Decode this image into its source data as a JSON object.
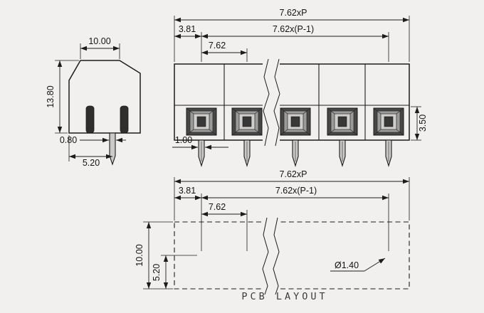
{
  "drawing": {
    "bg_color": "#f1f0ee",
    "line_color": "#1c1c1c",
    "side_view": {
      "width": "10.00",
      "height": "13.80",
      "pin_thickness": "0.80",
      "pin_offset": "5.20"
    },
    "front_view": {
      "overall_pitch": "7.62xP",
      "end_margin": "3.81",
      "center_span": "7.62x(P-1)",
      "pitch": "7.62",
      "pin_width": "1.00",
      "opening_height": "3.50"
    },
    "pcb_layout": {
      "overall_pitch": "7.62xP",
      "end_margin": "3.81",
      "center_span": "7.62x(P-1)",
      "pitch": "7.62",
      "board_depth": "10.00",
      "hole_edge_offset": "5.20",
      "hole_diameter": "Ø1.40",
      "caption": "PCB LAYOUT"
    }
  }
}
